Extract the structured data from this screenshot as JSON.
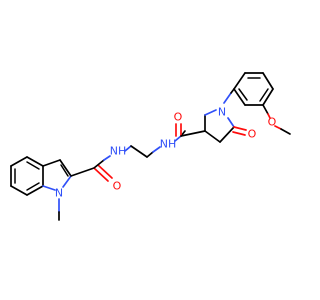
{
  "colors": {
    "carbon": "#000000",
    "nitrogen": "#3050F8",
    "oxygen": "#FF0D0D",
    "background": "#ffffff"
  },
  "atoms": {
    "n_indole": "N",
    "o_indole_amide": "O",
    "n_amide1": "NH",
    "n_amide2": "NH",
    "o_amide2": "O",
    "n_pyrrolidine": "N",
    "o_lactam": "O",
    "o_methoxy": "O"
  }
}
